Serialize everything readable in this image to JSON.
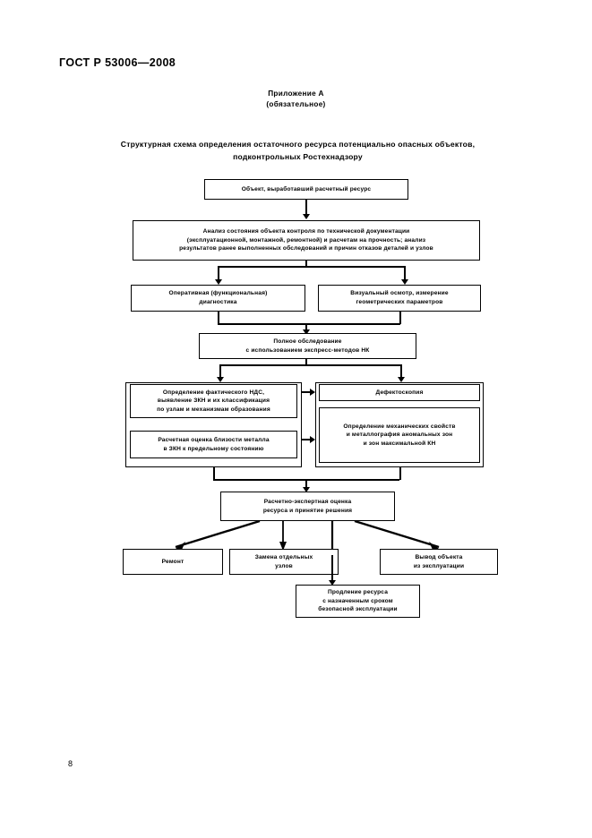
{
  "document": {
    "standard_header": "ГОСТ Р 53006—2008",
    "page_number": "8",
    "appendix_label": "Приложение А",
    "appendix_type": "(обязательное)",
    "diagram_title_line1": "Структурная схема определения остаточного ресурса потенциально опасных объектов,",
    "diagram_title_line2": "подконтрольных Ростехнадзору"
  },
  "flowchart": {
    "start": "Объект, выработавший расчетный ресурс",
    "analysis": {
      "line1": "Анализ состояния объекта контроля по технической документации",
      "line2": "(эксплуатационной, монтажной, ремонтной) и расчетам на прочность; анализ",
      "line3": "результатов ранее выполненных обследований и причин отказов деталей и узлов"
    },
    "operational_diagnostics": {
      "line1": "Оперативная (функциональная)",
      "line2": "диагностика"
    },
    "visual_inspection": {
      "line1": "Визуальный осмотр, измерение",
      "line2": "геометрических параметров"
    },
    "full_survey": {
      "line1": "Полное обследование",
      "line2": "с использованием экспресс-методов НК"
    },
    "stress_state": {
      "line1": "Определение фактического НДС,",
      "line2": "выявление ЗКН и их классификация",
      "line3": "по узлам и механизмам образования"
    },
    "metal_proximity": {
      "line1": "Расчетная оценка близости металла",
      "line2": "в ЗКН к предельному состоянию"
    },
    "flaw_detection": "Дефектоскопия",
    "mechanical_properties": {
      "line1": "Определение механических свойств",
      "line2": "и металлография аномальных зон",
      "line3": "и зон максимальной КН"
    },
    "expert_assessment": {
      "line1": "Расчетно-экспертная оценка",
      "line2": "ресурса и принятие решения"
    },
    "repair": "Ремонт",
    "replace_units": {
      "line1": "Замена отдельных",
      "line2": "узлов"
    },
    "decommission": {
      "line1": "Вывод объекта",
      "line2": "из эксплуатации"
    },
    "extend_life": {
      "line1": "Продление ресурса",
      "line2": "с назначенным сроком",
      "line3": "безопасной эксплуатации"
    }
  }
}
